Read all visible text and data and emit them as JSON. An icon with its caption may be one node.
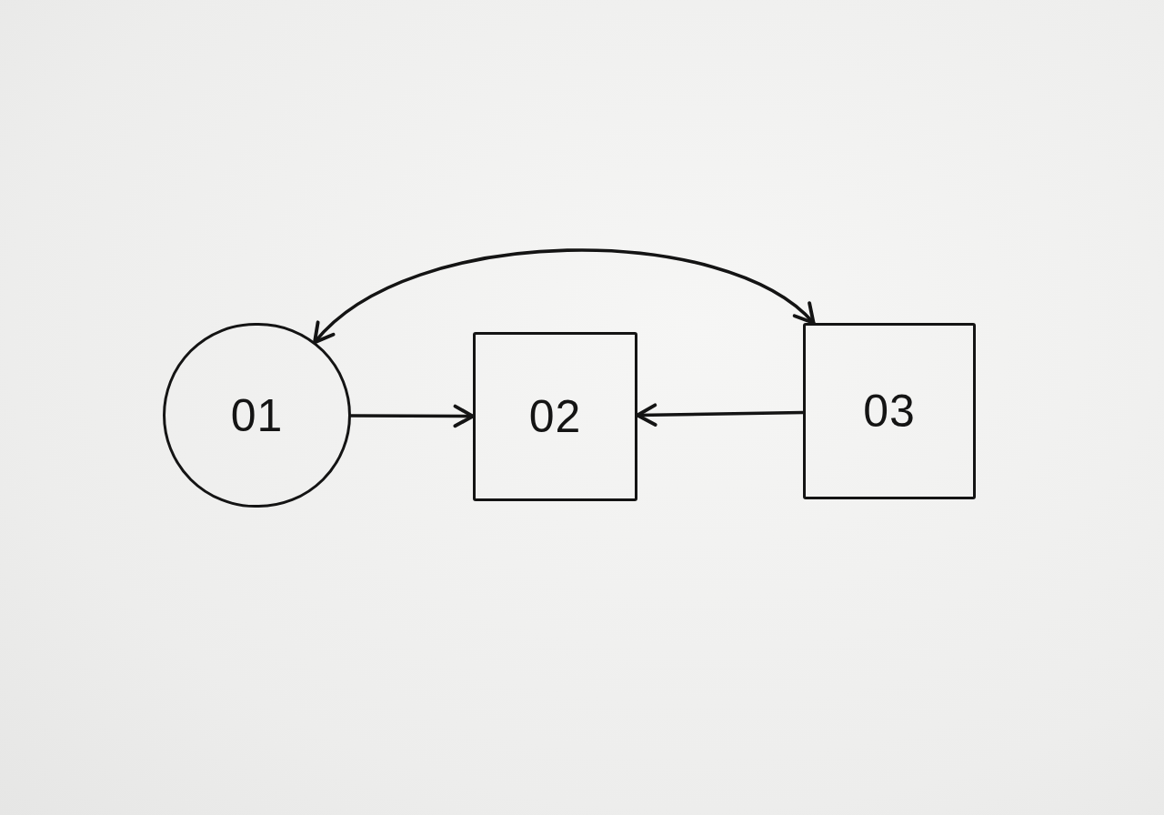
{
  "diagram": {
    "nodes": [
      {
        "text": [
          "01"
        ]
      },
      {
        "text": [
          "02"
        ]
      },
      {
        "text": [
          "03"
        ]
      }
    ],
    "edges": [
      {
        "from": 0,
        "to": 2,
        "arrow": "both"
      },
      {
        "from": 0,
        "to": 1,
        "arrow": "to"
      },
      {
        "from": 2,
        "to": 1,
        "arrow": "to"
      }
    ]
  }
}
